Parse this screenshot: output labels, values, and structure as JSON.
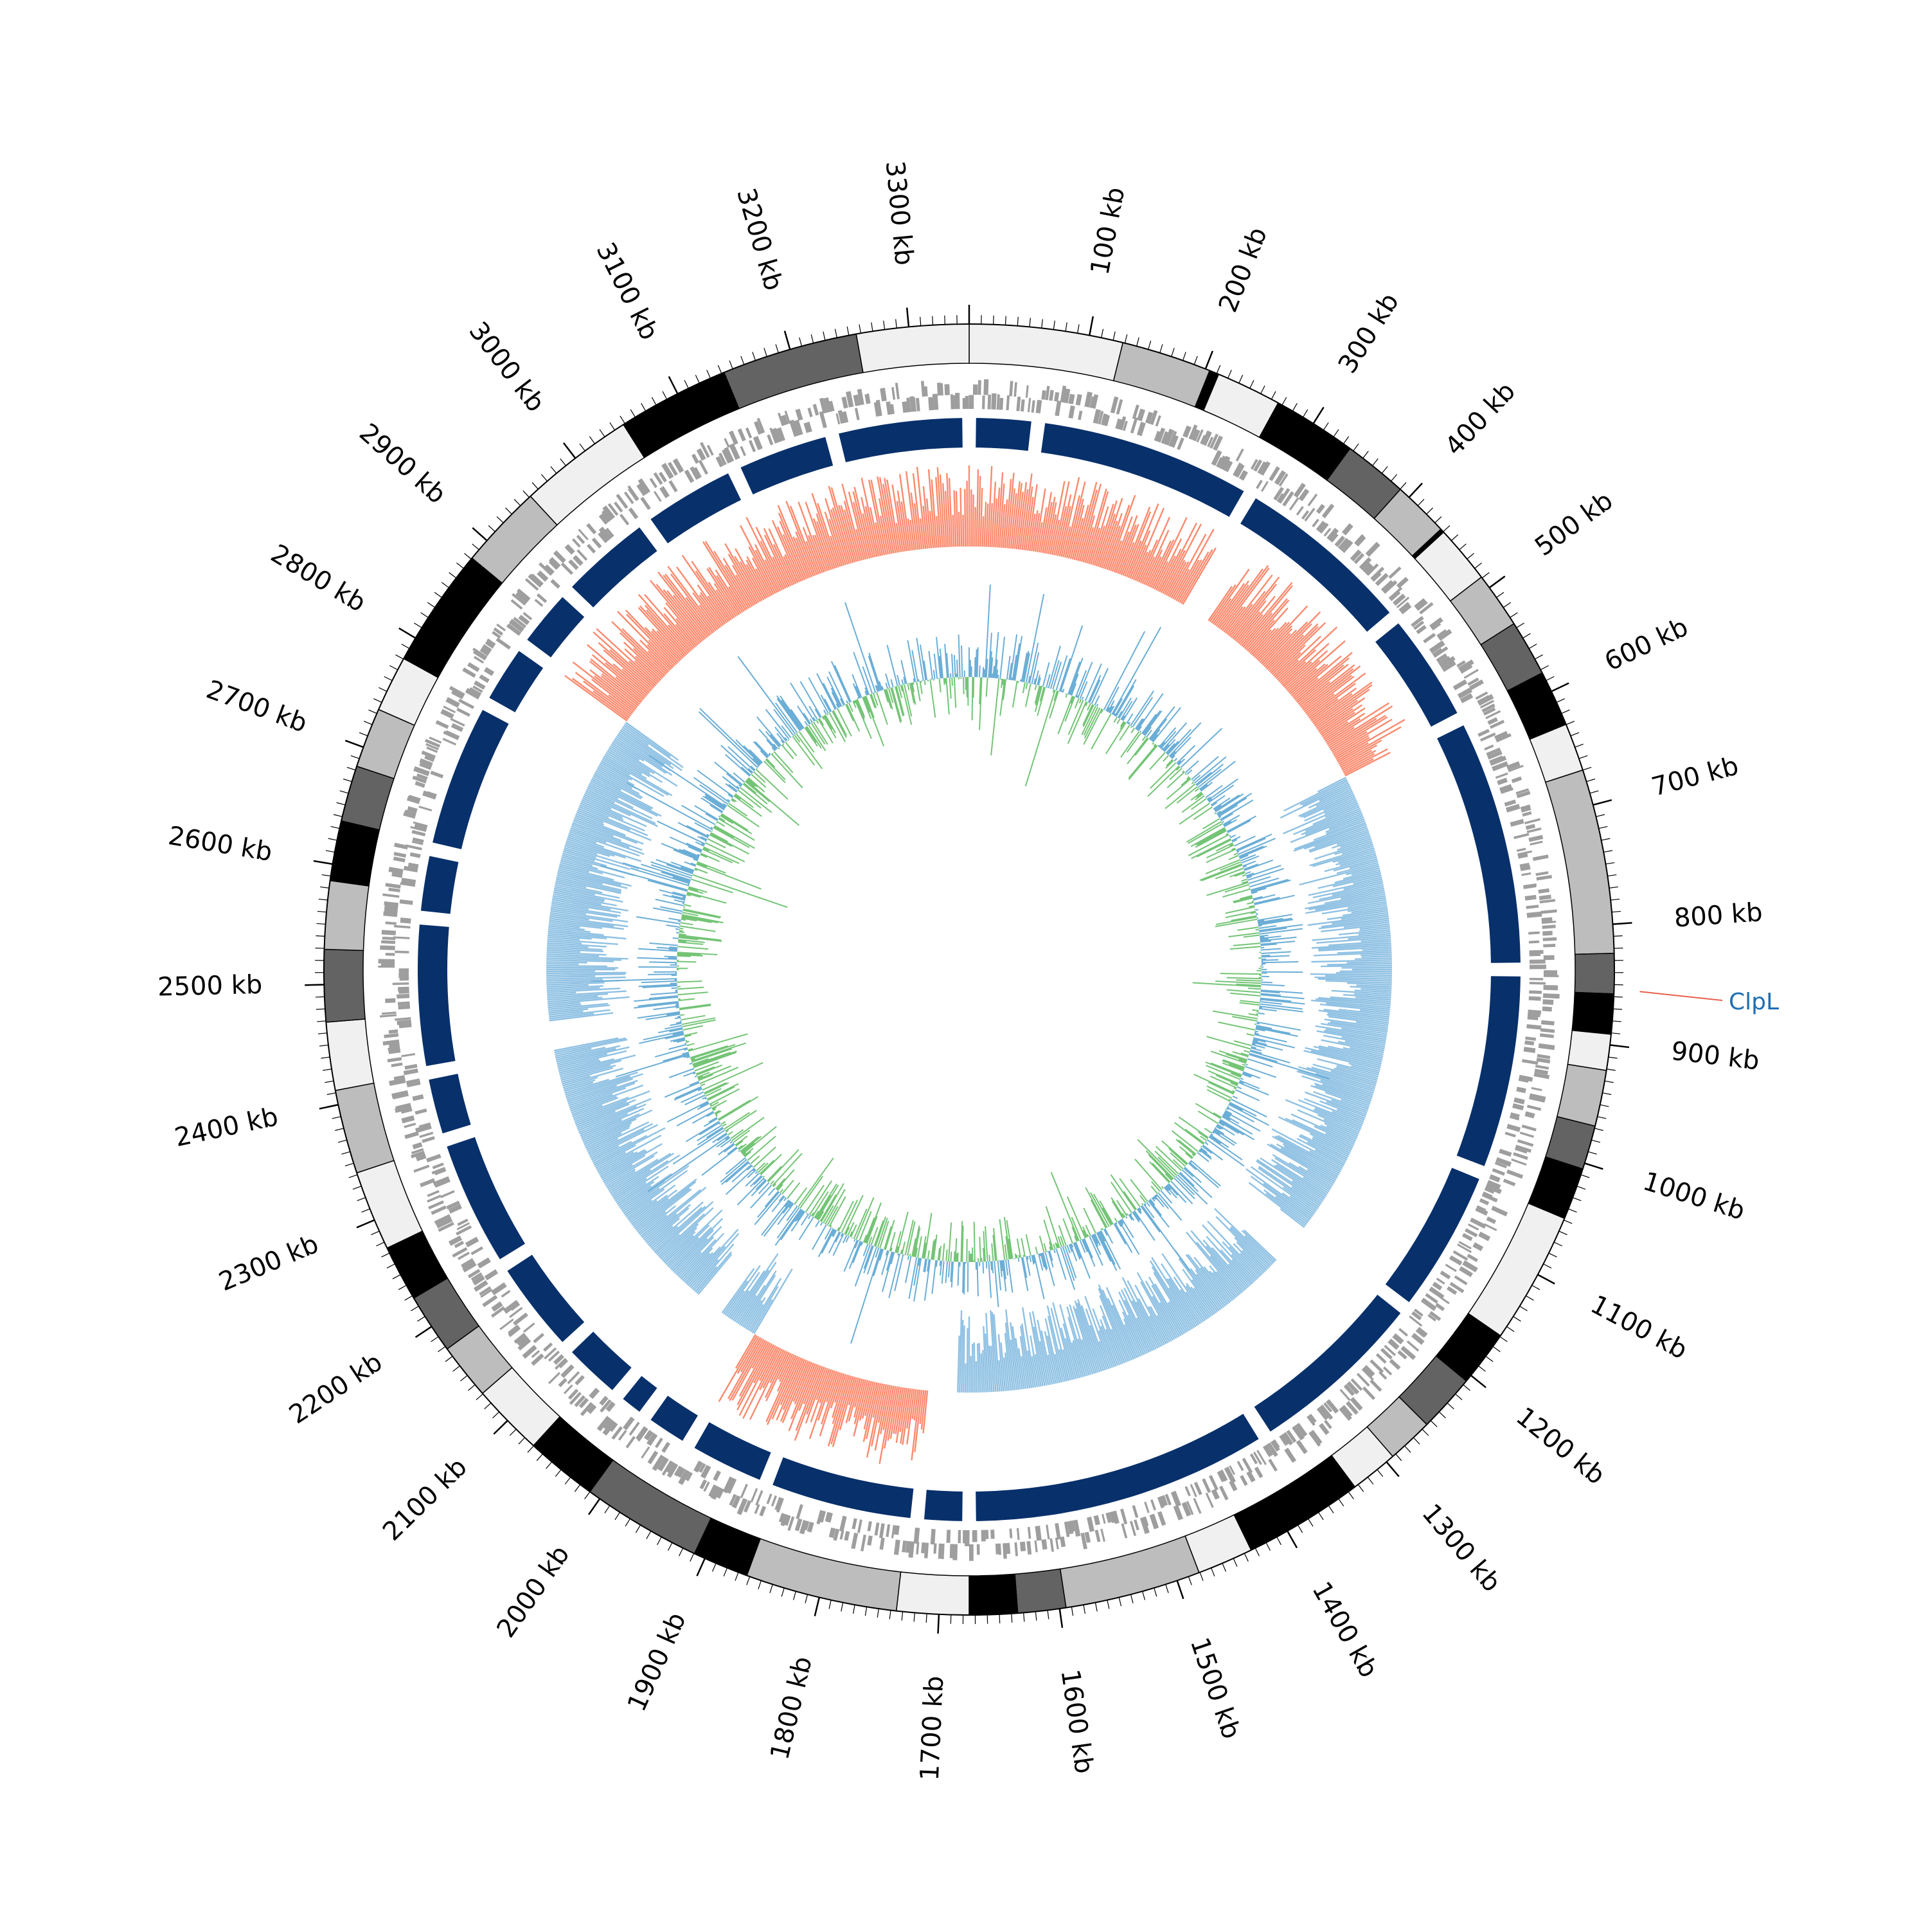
{
  "genome": {
    "length_kb": 3350,
    "tick_labels": [
      "100 kb",
      "200 kb",
      "300 kb",
      "400 kb",
      "500 kb",
      "600 kb",
      "700 kb",
      "800 kb",
      "900 kb",
      "1000 kb",
      "1100 kb",
      "1200 kb",
      "1300 kb",
      "1400 kb",
      "1500 kb",
      "1600 kb",
      "1700 kb",
      "1800 kb",
      "1900 kb",
      "2000 kb",
      "2100 kb",
      "2200 kb",
      "2300 kb",
      "2400 kb",
      "2500 kb",
      "2600 kb",
      "2700 kb",
      "2800 kb",
      "2900 kb",
      "3000 kb",
      "3100 kb",
      "3200 kb",
      "3300 kb"
    ],
    "tick_values_kb": [
      100,
      200,
      300,
      400,
      500,
      600,
      700,
      800,
      900,
      1000,
      1100,
      1200,
      1300,
      1400,
      1500,
      1600,
      1700,
      1800,
      1900,
      2000,
      2100,
      2200,
      2300,
      2400,
      2500,
      2600,
      2700,
      2800,
      2900,
      3000,
      3100,
      3200,
      3300
    ]
  },
  "segments": [
    {
      "start": 0,
      "end": 383,
      "color": "#f0f0f0"
    },
    {
      "start": 383,
      "end": 608,
      "color": "#bdbdbd"
    },
    {
      "start": 608,
      "end": 632,
      "color": "#000000"
    },
    {
      "start": 632,
      "end": 795,
      "color": "#f0f0f0"
    },
    {
      "start": 795,
      "end": 1005,
      "color": "#000000"
    },
    {
      "start": 1005,
      "end": 1165,
      "color": "#636363"
    },
    {
      "start": 1165,
      "end": 1305,
      "color": "#bdbdbd"
    },
    {
      "start": 1305,
      "end": 1315,
      "color": "#000000"
    },
    {
      "start": 1315,
      "end": 1460,
      "color": "#f0f0f0"
    },
    {
      "start": 1460,
      "end": 1600,
      "color": "#bdbdbd"
    },
    {
      "start": 1600,
      "end": 1740,
      "color": "#636363"
    },
    {
      "start": 1740,
      "end": 1880,
      "color": "#000000"
    },
    {
      "start": 1880,
      "end": 2000,
      "color": "#f0f0f0"
    },
    {
      "start": 2000,
      "end": 2460,
      "color": "#bdbdbd"
    },
    {
      "start": 2460,
      "end": 2560,
      "color": "#636363"
    },
    {
      "start": 2560,
      "end": 2660,
      "color": "#000000"
    },
    {
      "start": 2660,
      "end": 2750,
      "color": "#f0f0f0"
    },
    {
      "start": 2750,
      "end": 2890,
      "color": "#bdbdbd"
    },
    {
      "start": 2890,
      "end": 3000,
      "color": "#636363"
    },
    {
      "start": 3000,
      "end": 3130,
      "color": "#000000"
    },
    {
      "start": 3130,
      "end": 3460,
      "color": "#f0f0f0"
    },
    {
      "start": 3460,
      "end": 3600,
      "color": "#000000"
    },
    {
      "start": 3600,
      "end": 3745,
      "color": "#636363"
    },
    {
      "start": 3745,
      "end": 3860,
      "color": "#bdbdbd"
    },
    {
      "start": 3860,
      "end": 3980,
      "color": "#f0f0f0"
    },
    {
      "start": 3980,
      "end": 4280,
      "color": "#000000"
    },
    {
      "start": 4280,
      "end": 4420,
      "color": "#f0f0f0"
    },
    {
      "start": 4420,
      "end": 4760,
      "color": "#bdbdbd"
    },
    {
      "start": 4760,
      "end": 4880,
      "color": "#636363"
    },
    {
      "start": 4880,
      "end": 5000,
      "color": "#000000"
    },
    {
      "start": 5000,
      "end": 5180,
      "color": "#f0f0f0"
    },
    {
      "start": 5180,
      "end": 5560,
      "color": "#bdbdbd"
    },
    {
      "start": 5560,
      "end": 5700,
      "color": "#000000"
    },
    {
      "start": 5700,
      "end": 6000,
      "color": "#636363"
    },
    {
      "start": 6000,
      "end": 6180,
      "color": "#000000"
    },
    {
      "start": 6180,
      "end": 6360,
      "color": "#f0f0f0"
    },
    {
      "start": 6360,
      "end": 6500,
      "color": "#bdbdbd"
    },
    {
      "start": 6500,
      "end": 6650,
      "color": "#636363"
    },
    {
      "start": 6650,
      "end": 6790,
      "color": "#000000"
    },
    {
      "start": 6790,
      "end": 6990,
      "color": "#f0f0f0"
    },
    {
      "start": 6990,
      "end": 7200,
      "color": "#bdbdbd"
    },
    {
      "start": 7200,
      "end": 7370,
      "color": "#f0f0f0"
    },
    {
      "start": 7370,
      "end": 7550,
      "color": "#636363"
    },
    {
      "start": 7550,
      "end": 7720,
      "color": "#bdbdbd"
    },
    {
      "start": 7720,
      "end": 7870,
      "color": "#000000"
    },
    {
      "start": 7870,
      "end": 8010,
      "color": "#636363"
    },
    {
      "start": 8010,
      "end": 8160,
      "color": "#bdbdbd"
    },
    {
      "start": 8160,
      "end": 8300,
      "color": "#f0f0f0"
    },
    {
      "start": 8300,
      "end": 8600,
      "color": "#000000"
    },
    {
      "start": 8600,
      "end": 8810,
      "color": "#bdbdbd"
    },
    {
      "start": 8810,
      "end": 9100,
      "color": "#f0f0f0"
    },
    {
      "start": 9100,
      "end": 9380,
      "color": "#000000"
    },
    {
      "start": 9380,
      "end": 9720,
      "color": "#636363"
    },
    {
      "start": 9720,
      "end": 10000,
      "color": "#f0f0f0"
    }
  ],
  "gc_skew_gaps": [
    [
      0.085,
      0.095
    ],
    [
      0.355,
      0.37
    ],
    [
      0.505,
      0.515
    ],
    [
      0.6,
      0.61
    ],
    [
      0.72,
      0.73
    ]
  ],
  "gc_skew_sign_changes": [
    0.0,
    0.175,
    0.505,
    0.585,
    0.85
  ],
  "annotation": {
    "gene_label": "ClpL",
    "gene_position_kb": 855,
    "label_color": "#1f6fb2",
    "line_color": "#e8604c"
  },
  "colors": {
    "gene_track": "#9e9e9e",
    "cds_track": "#08306b",
    "skew_positive": "#fb8a6e",
    "skew_negative": "#8fc1e3",
    "gc_content": "#6baed6",
    "gc_content_inner": "#74c476"
  }
}
